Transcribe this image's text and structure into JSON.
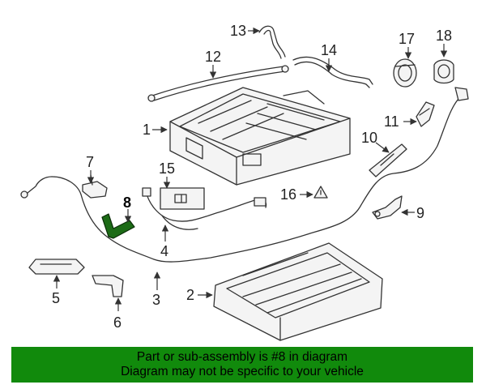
{
  "callouts": {
    "c1": "1",
    "c2": "2",
    "c3": "3",
    "c4": "4",
    "c5": "5",
    "c6": "6",
    "c7": "7",
    "c8": "8",
    "c9": "9",
    "c10": "10",
    "c11": "11",
    "c12": "12",
    "c13": "13",
    "c14": "14",
    "c15": "15",
    "c16": "16",
    "c17": "17",
    "c18": "18"
  },
  "highlighted_part": "8",
  "colors": {
    "highlight": "#1c6b16",
    "banner": "#118a0c"
  },
  "banner": {
    "line1": "Part or sub-assembly is #8 in diagram",
    "line2": "Diagram may not be specific to your vehicle"
  }
}
